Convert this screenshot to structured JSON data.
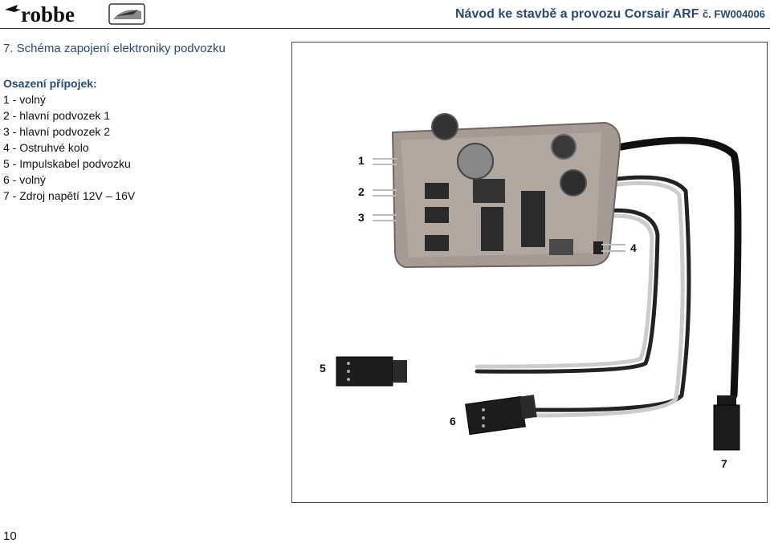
{
  "header": {
    "brand": "robbe",
    "title": "Návod ke stavbě a provozu Corsair ARF",
    "code": "č. FW004006"
  },
  "section": {
    "title": "7. Schéma zapojení elektroniky podvozku"
  },
  "legend": {
    "heading": "Osazení přípojek:",
    "items": [
      "1 - volný",
      "2 - hlavní podvozek 1",
      "3 - hlavní podvozek 2",
      "4 - Ostruhvé kolo",
      "5 - Impulskabel podvozku",
      "6 - volný",
      "7 - Zdroj napětí 12V – 16V"
    ]
  },
  "figure": {
    "callouts": [
      "1",
      "2",
      "3",
      "4",
      "5",
      "6",
      "7"
    ]
  },
  "footer": {
    "page_number": "10"
  }
}
